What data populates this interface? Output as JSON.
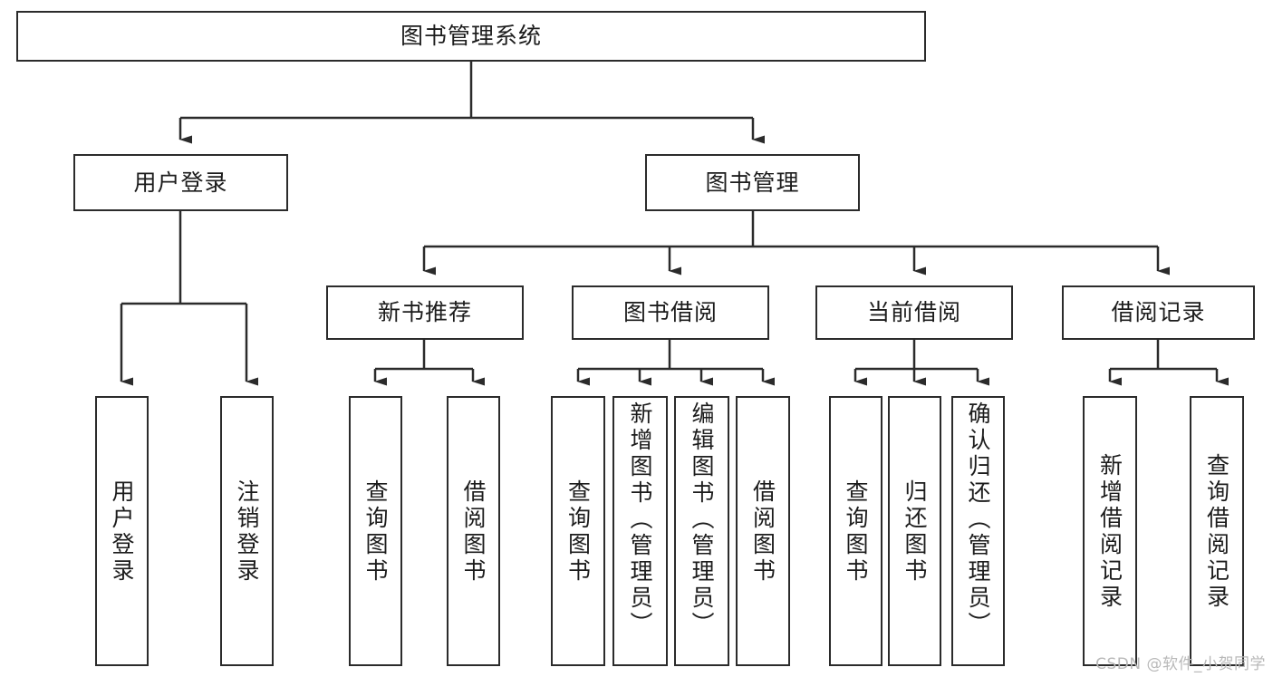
{
  "diagram": {
    "title": "图书管理系统",
    "watermark": "CSDN @软件_小贺同学",
    "line_color": "#2b2b2b",
    "background_color": "#ffffff",
    "text_color": "#1c1c1c",
    "root": {
      "label": "图书管理系统"
    },
    "level2": [
      {
        "label": "用户登录"
      },
      {
        "label": "图书管理"
      }
    ],
    "level3": [
      {
        "label": "新书推荐"
      },
      {
        "label": "图书借阅"
      },
      {
        "label": "当前借阅"
      },
      {
        "label": "借阅记录"
      }
    ],
    "leaves": {
      "user_login": [
        {
          "label": "用户登录"
        },
        {
          "label": "注销登录"
        }
      ],
      "new_book_recommend": [
        {
          "label": "查询图书"
        },
        {
          "label": "借阅图书"
        }
      ],
      "book_borrow": [
        {
          "label": "查询图书"
        },
        {
          "label": "新增图书（管理员）"
        },
        {
          "label": "编辑图书（管理员）"
        },
        {
          "label": "借阅图书"
        }
      ],
      "current_borrow": [
        {
          "label": "查询图书"
        },
        {
          "label": "归还图书"
        },
        {
          "label": "确认归还（管理员）"
        }
      ],
      "borrow_record": [
        {
          "label": "新增借阅记录"
        },
        {
          "label": "查询借阅记录"
        }
      ]
    }
  }
}
